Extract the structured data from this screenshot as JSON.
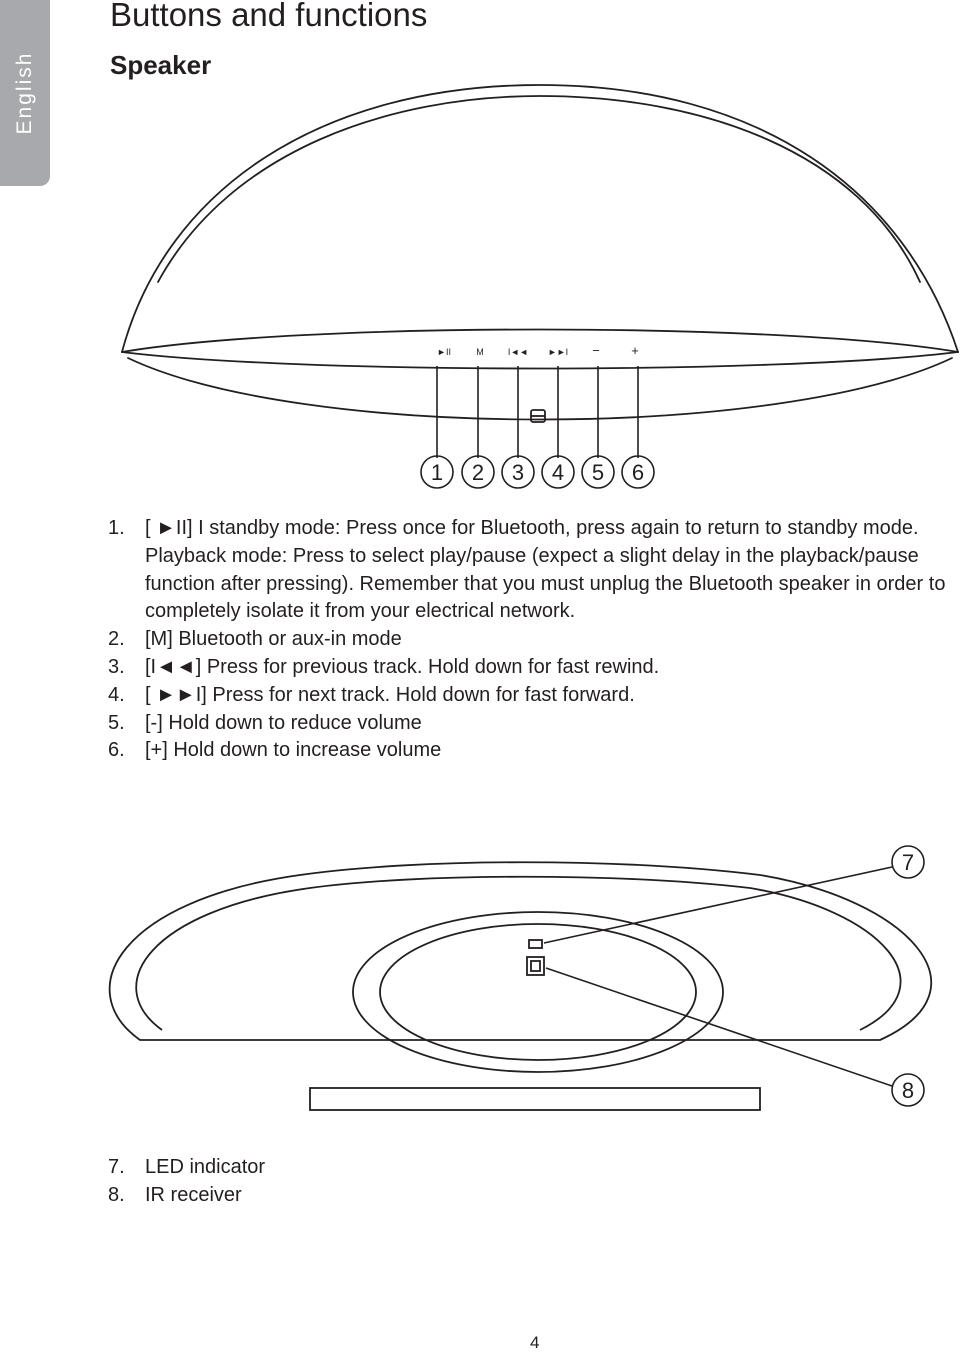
{
  "side_tab": {
    "language": "English"
  },
  "header": {
    "title": "Buttons and functions",
    "subtitle": "Speaker"
  },
  "top_figure": {
    "control_labels": [
      "►II",
      "M",
      "I◄◄",
      "►►I",
      "−",
      "+"
    ],
    "callouts": [
      "1",
      "2",
      "3",
      "4",
      "5",
      "6"
    ]
  },
  "button_list": [
    {
      "number": "1.",
      "text": "[ ►II] I standby mode: Press once for Bluetooth, press again to return to standby mode. Playback mode: Press to select play/pause (expect a slight delay in the playback/pause function after pressing). Remember that you must unplug the Bluetooth speaker in order to completely isolate it from your electrical network."
    },
    {
      "number": "2.",
      "text": "[M] Bluetooth or aux-in mode"
    },
    {
      "number": "3.",
      "text": "[I◄◄] Press for previous track. Hold down for fast rewind."
    },
    {
      "number": "4.",
      "text": "[ ►►I] Press for next track. Hold down for fast forward."
    },
    {
      "number": "5.",
      "text": "[-] Hold down to reduce volume"
    },
    {
      "number": "6.",
      "text": "[+] Hold down to increase volume"
    }
  ],
  "bottom_figure": {
    "callouts": [
      "7",
      "8"
    ]
  },
  "indicator_list": [
    {
      "number": "7.",
      "text": "LED indicator"
    },
    {
      "number": "8.",
      "text": "IR receiver"
    }
  ],
  "footer": {
    "page_number": "4"
  },
  "colors": {
    "tab_background": "#a7a9ac",
    "text": "#231f20"
  }
}
